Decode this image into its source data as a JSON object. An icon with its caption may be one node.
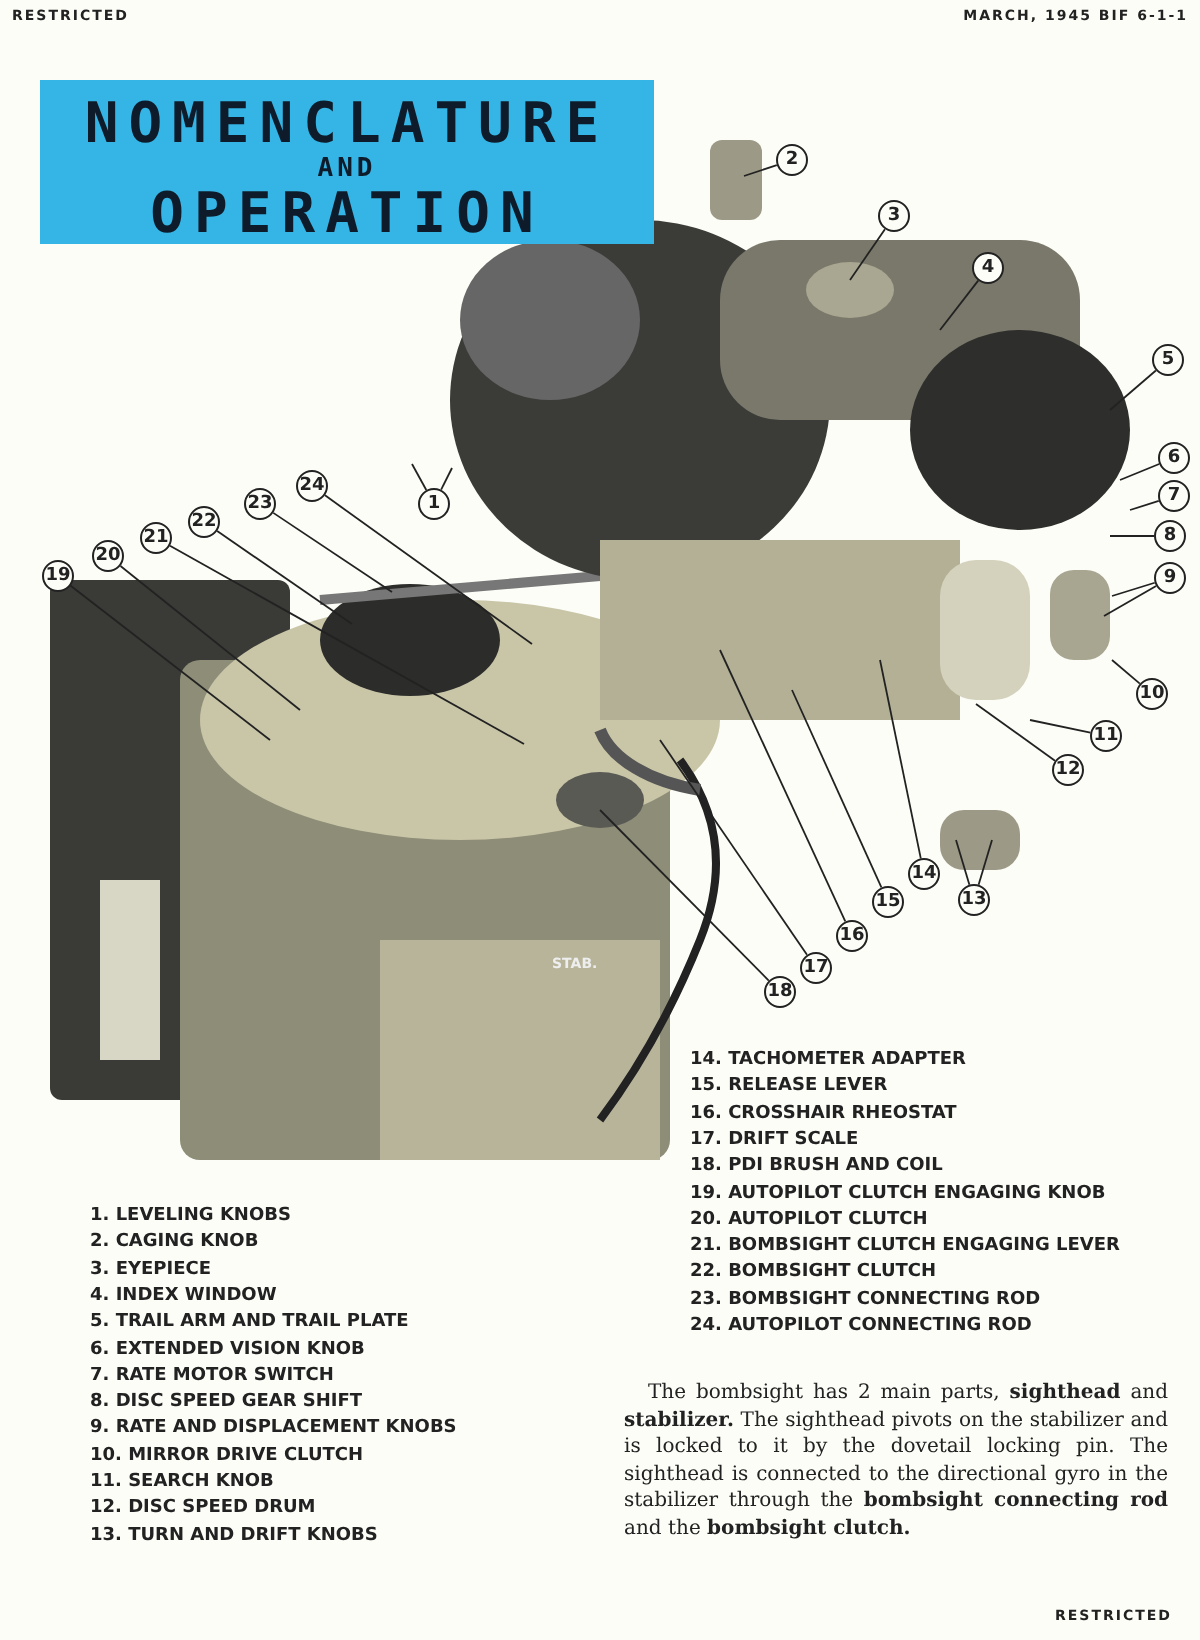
{
  "diagram": {
    "title": "NOMENCLATURE AND OPERATION",
    "nodes": [
      {
        "text": [
          "1"
        ]
      },
      {
        "text": [
          "2"
        ]
      },
      {
        "text": [
          "3"
        ]
      },
      {
        "text": [
          "4"
        ]
      },
      {
        "text": [
          "5"
        ]
      },
      {
        "text": [
          "6"
        ]
      },
      {
        "text": [
          "7"
        ]
      },
      {
        "text": [
          "8"
        ]
      },
      {
        "text": [
          "9"
        ]
      },
      {
        "text": [
          "10"
        ]
      },
      {
        "text": [
          "11"
        ]
      },
      {
        "text": [
          "12"
        ]
      },
      {
        "text": [
          "13"
        ]
      },
      {
        "text": [
          "14"
        ]
      },
      {
        "text": [
          "15"
        ]
      },
      {
        "text": [
          "16"
        ]
      },
      {
        "text": [
          "17"
        ]
      },
      {
        "text": [
          "18"
        ]
      },
      {
        "text": [
          "19"
        ]
      },
      {
        "text": [
          "20"
        ]
      },
      {
        "text": [
          "21"
        ]
      },
      {
        "text": [
          "22"
        ]
      },
      {
        "text": [
          "23"
        ]
      },
      {
        "text": [
          "24"
        ]
      }
    ],
    "edges": [
      {
        "from": 0,
        "to": null,
        "arrow": "none"
      },
      {
        "from": 0,
        "to": null,
        "arrow": "none"
      },
      {
        "from": 1,
        "to": null,
        "arrow": "none"
      },
      {
        "from": 2,
        "to": null,
        "arrow": "none"
      },
      {
        "from": 3,
        "to": null,
        "arrow": "none"
      },
      {
        "from": 4,
        "to": null,
        "arrow": "none"
      },
      {
        "from": 5,
        "to": null,
        "arrow": "none"
      },
      {
        "from": 6,
        "to": null,
        "arrow": "none"
      },
      {
        "from": 7,
        "to": null,
        "arrow": "none"
      },
      {
        "from": 8,
        "to": null,
        "arrow": "none"
      },
      {
        "from": 8,
        "to": null,
        "arrow": "none"
      },
      {
        "from": 9,
        "to": null,
        "arrow": "none"
      },
      {
        "from": 10,
        "to": null,
        "arrow": "none"
      },
      {
        "from": 11,
        "to": null,
        "arrow": "none"
      },
      {
        "from": 12,
        "to": null,
        "arrow": "none"
      },
      {
        "from": 12,
        "to": null,
        "arrow": "none"
      },
      {
        "from": 13,
        "to": null,
        "arrow": "none"
      },
      {
        "from": 14,
        "to": null,
        "arrow": "none"
      },
      {
        "from": 15,
        "to": null,
        "arrow": "none"
      },
      {
        "from": 16,
        "to": null,
        "arrow": "none"
      },
      {
        "from": 17,
        "to": null,
        "arrow": "none"
      },
      {
        "from": 18,
        "to": null,
        "arrow": "none"
      },
      {
        "from": 19,
        "to": null,
        "arrow": "none"
      },
      {
        "from": 20,
        "to": null,
        "arrow": "none"
      },
      {
        "from": 21,
        "to": null,
        "arrow": "none"
      },
      {
        "from": 22,
        "to": null,
        "arrow": "none"
      },
      {
        "from": 23,
        "to": null,
        "arrow": "none"
      }
    ],
    "labels": [
      "RESTRICTED",
      "MARCH, 1945 BIF 6-1-1",
      "STAB.",
      "1. LEVELING KNOBS",
      "2. CAGING KNOB",
      "3. EYEPIECE",
      "4. INDEX WINDOW",
      "5. TRAIL ARM AND TRAIL PLATE",
      "6. EXTENDED VISION KNOB",
      "7. RATE MOTOR SWITCH",
      "8. DISC SPEED GEAR SHIFT",
      "9. RATE AND DISPLACEMENT KNOBS",
      "10. MIRROR DRIVE CLUTCH",
      "11. SEARCH KNOB",
      "12. DISC SPEED DRUM",
      "13. TURN AND DRIFT KNOBS",
      "14. TACHOMETER ADAPTER",
      "15. RELEASE LEVER",
      "16. CROSSHAIR RHEOSTAT",
      "17. DRIFT SCALE",
      "18. PDI BRUSH AND COIL",
      "19. AUTOPILOT CLUTCH ENGAGING KNOB",
      "20. AUTOPILOT CLUTCH",
      "21. BOMBSIGHT CLUTCH ENGAGING LEVER",
      "22. BOMBSIGHT CLUTCH",
      "23. BOMBSIGHT CONNECTING ROD",
      "24. AUTOPILOT CONNECTING ROD",
      "The bombsight has 2 main parts, **sighthead** and **stabilizer.** The sighthead pivots on the stabilizer and is locked to it by the dovetail locking pin. The sighthead is connected to the directional gyro in the stabilizer through the **bombsight connecting rod** and the **bombsight clutch.**",
      "RESTRICTED"
    ]
  }
}
